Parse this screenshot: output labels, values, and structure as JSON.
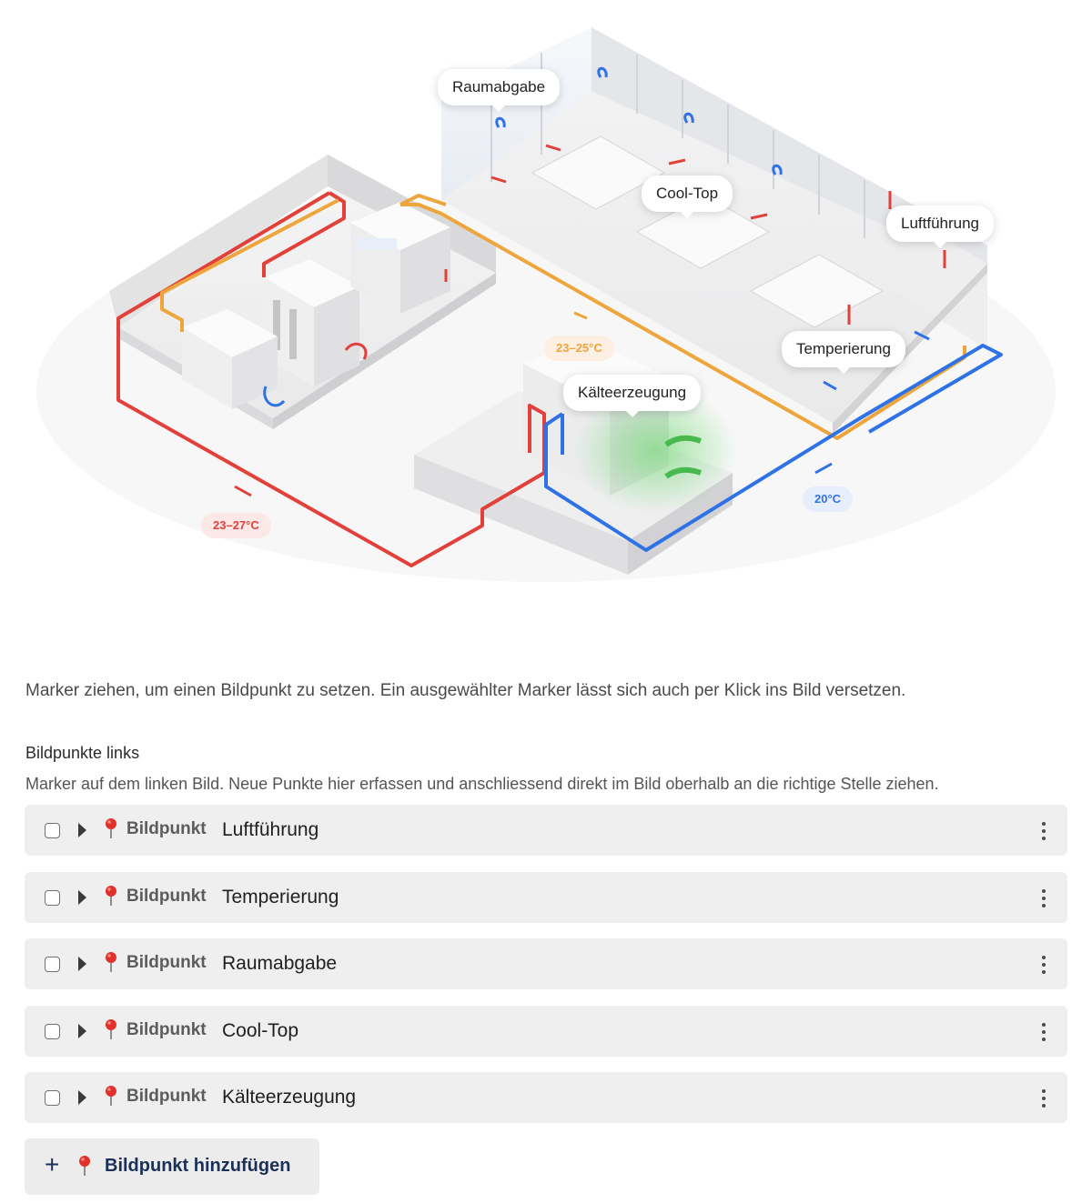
{
  "illustration": {
    "callouts": {
      "raumabgabe": "Raumabgabe",
      "cooltop": "Cool-Top",
      "luftfuehrung": "Luftführung",
      "temperierung": "Temperierung",
      "kaelteerzeugung": "Kälteerzeugung"
    },
    "temperatures": {
      "return_red": "23–27°C",
      "orange": "23–25°C",
      "supply_blue": "20°C"
    },
    "colors": {
      "red_pipe": "#e2403a",
      "orange_pipe": "#eea53c",
      "blue_pipe": "#2f72e6",
      "green_air": "#55c25a"
    }
  },
  "hint": "Marker ziehen, um einen Bildpunkt zu setzen. Ein ausgewählter Marker lässt sich auch per Klick ins Bild versetzen.",
  "section": {
    "title": "Bildpunkte links",
    "description": "Marker auf dem linken Bild. Neue Punkte hier erfassen und anschliessend direkt im Bild oberhalb an die richtige Stelle ziehen."
  },
  "items": [
    {
      "kind": "Bildpunkt",
      "title": "Luftführung",
      "checked": false
    },
    {
      "kind": "Bildpunkt",
      "title": "Temperierung",
      "checked": false
    },
    {
      "kind": "Bildpunkt",
      "title": "Raumabgabe",
      "checked": false
    },
    {
      "kind": "Bildpunkt",
      "title": "Cool-Top",
      "checked": false
    },
    {
      "kind": "Bildpunkt",
      "title": "Kälteerzeugung",
      "checked": false
    }
  ],
  "add_button": {
    "icon": "plus-icon",
    "label": "Bildpunkt hinzufügen"
  },
  "icons": {
    "marker": "map-pin-icon",
    "expand": "caret-right-icon",
    "more": "more-vertical-icon"
  }
}
